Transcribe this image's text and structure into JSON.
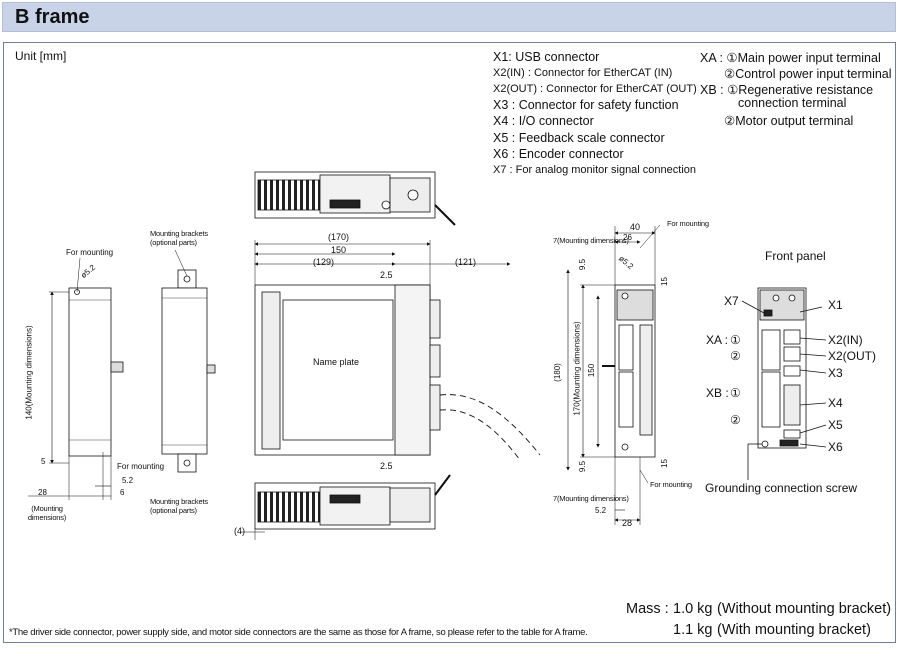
{
  "header": {
    "title": "B frame"
  },
  "unit_label": "Unit [mm]",
  "connectors_legend": [
    {
      "text": "X1: USB connector"
    },
    {
      "text": "X2(IN) : Connector for EtherCAT (IN)"
    },
    {
      "text": "X2(OUT) : Connector for EtherCAT (OUT)"
    },
    {
      "text": "X3 : Connector for safety function"
    },
    {
      "text": "X4 : I/O connector"
    },
    {
      "text": "X5 : Feedback scale connector"
    },
    {
      "text": "X6 : Encoder connector"
    },
    {
      "text": "X7 : For analog monitor signal connection"
    }
  ],
  "terminals_legend": [
    {
      "text": "XA : ①Main power input terminal"
    },
    {
      "text": "②Control power input terminal"
    },
    {
      "text": "XB : ①Regenerative resistance"
    },
    {
      "text": "connection terminal"
    },
    {
      "text": "②Motor output terminal"
    }
  ],
  "side_view": {
    "for_mounting_top": "For mounting",
    "hole_dia": "ø5.2",
    "height_dim": "140(Mounting dimensions)",
    "dim_5": "5",
    "for_mounting_bottom": "For mounting",
    "dim_5_2": "5.2",
    "dim_6": "6",
    "dim_28": "28",
    "mounting_dims_note": "(Mounting dimensions)"
  },
  "bracket_view": {
    "top_label": "Mounting brackets (optional parts)",
    "bottom_label": "Mounting brackets (optional parts)"
  },
  "main_view": {
    "dim_170": "(170)",
    "dim_150": "150",
    "dim_129": "(129)",
    "dim_121": "(121)",
    "dim_2_5_top": "2.5",
    "dim_2_5_bottom": "2.5",
    "dim_4": "(4)",
    "name_plate": "Name plate"
  },
  "front_dim_view": {
    "dim_40": "40",
    "dim_26": "26",
    "mounting_dims_top": "7(Mounting dimensions)",
    "mounting_dims_bottom": "7(Mounting dimensions)",
    "for_mounting_top": "For mounting",
    "for_mounting_bottom": "For mounting",
    "hole_dia": "ø5.2",
    "dim_9_5_top": "9.5",
    "dim_15_top": "15",
    "dim_180": "(180)",
    "dim_170": "170(Mounting dimensions)",
    "dim_150": "150",
    "dim_9_5_bottom": "9.5",
    "dim_15_bottom": "15",
    "dim_5_2": "5.2",
    "dim_28": "28"
  },
  "front_panel": {
    "title": "Front panel",
    "labels": {
      "x7": "X7",
      "x1": "X1",
      "xa": "XA :",
      "xa1": "①",
      "xa2": "②",
      "x2in": "X2(IN)",
      "x2out": "X2(OUT)",
      "x3": "X3",
      "xb": "XB :",
      "xb1": "①",
      "xb2": "②",
      "x4": "X4",
      "x5": "X5",
      "x6": "X6"
    },
    "grounding": "Grounding connection screw"
  },
  "mass": {
    "label": "Mass :",
    "value1": "1.0 kg",
    "note1": "(Without mounting bracket)",
    "value2": "1.1 kg",
    "note2": "(With mounting bracket)"
  },
  "footnote": "*The driver side connector, power supply side, and motor side connectors are the same as those for A frame, so please refer to the table for A frame."
}
